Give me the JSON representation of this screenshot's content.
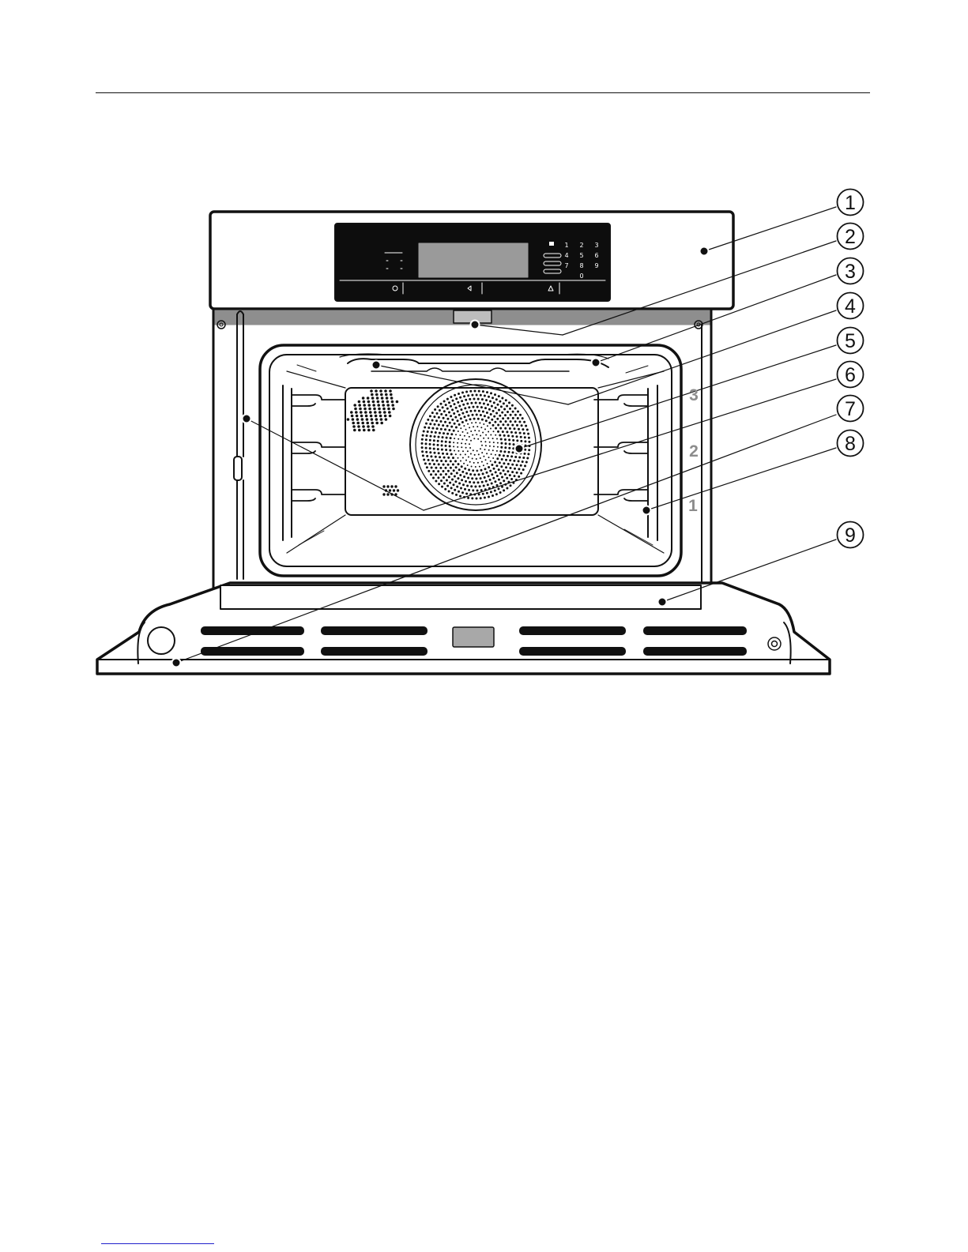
{
  "callouts": [
    "1",
    "2",
    "3",
    "4",
    "5",
    "6",
    "7",
    "8",
    "9"
  ],
  "shelf_levels": [
    "3",
    "2",
    "1"
  ],
  "keypad": [
    "1",
    "2",
    "3",
    "4",
    "5",
    "6",
    "7",
    "8",
    "9",
    "0"
  ]
}
